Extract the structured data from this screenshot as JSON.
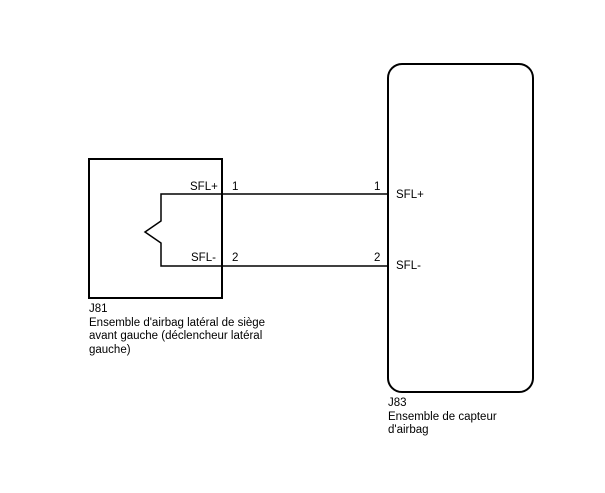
{
  "left_component": {
    "id": "J81",
    "description_lines": [
      "Ensemble d'airbag latéral de siège",
      "avant gauche (déclencheur latéral",
      "gauche)"
    ],
    "terminals": [
      {
        "name": "SFL+",
        "pin": "1"
      },
      {
        "name": "SFL-",
        "pin": "2"
      }
    ]
  },
  "right_component": {
    "id": "J83",
    "description_lines": [
      "Ensemble de capteur",
      "d'airbag"
    ],
    "terminals": [
      {
        "name": "SFL+",
        "pin": "1"
      },
      {
        "name": "SFL-",
        "pin": "2"
      }
    ]
  }
}
